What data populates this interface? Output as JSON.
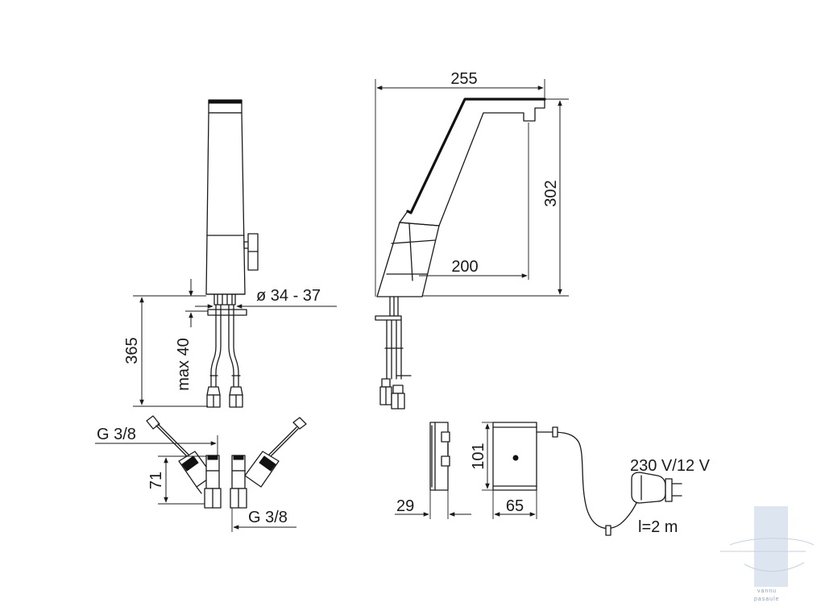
{
  "labels": {
    "width_255": "255",
    "height_302": "302",
    "reach_200": "200",
    "diameter": "ø 34 - 37",
    "height_365": "365",
    "max_40": "max 40",
    "g38_top": "G 3/8",
    "g38_bottom": "G 3/8",
    "dim_71": "71",
    "dim_29": "29",
    "dim_101": "101",
    "dim_65": "65",
    "voltage": "230 V/12 V",
    "cable": "l=2 m"
  },
  "watermark": {
    "line1": "vannu",
    "line2": "pasaule"
  },
  "colors": {
    "line": "#1a1a1a",
    "watermark": "#8aa0b8",
    "watermark_bar": "#dde6f0"
  }
}
